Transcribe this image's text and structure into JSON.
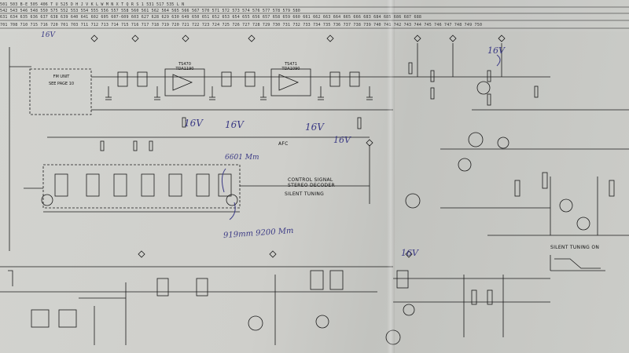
{
  "header": {
    "rows": [
      "501 503 B-E 505 406         T        U       525   D H J        V K L        W        M          N X      T Q R S        1        531          517 535      L         N",
      "542 543            546  548         550   575   552 553 554       555 556  557  558  560     561     562       564 565 566    567          570       571 572    573 574     576 577   578 579   580",
      "631 634 635 636 637 638 639 640 641    602 605 607-609 603    627 628 629 630   649 650 651 652 653   654 655 656   657 658 659 660   661 662 663 664   665 666   683 684   685 686 687 688",
      "701 708 710 715 716 720           701 703 711 712 713 714 715 716 717 718 719   720 721 722 723 724   725 726 727 728 729 730 731 732   733 734 735 736   737 738 739 740 741 742 743 744 745 746 747 748 749 750"
    ]
  },
  "blocks": {
    "fm_unit": [
      "FM UNIT",
      "SEE PAGE 10"
    ],
    "if_amp_left": [
      "TS470",
      "TDA1190"
    ],
    "if_amp_right": [
      "TS471",
      "TDA1090"
    ],
    "control_signal": [
      "CONTROL SIGNAL",
      "STEREO DECODER"
    ],
    "silent_tuning": "SILENT TUNING",
    "silent_tuning_on": "SILENT TUNING ON",
    "afc": "AFC"
  },
  "handwritten": {
    "v16_left": "16V",
    "v16_a": "16V",
    "v16_b": "16V",
    "v16_c": "16V",
    "v16_d": "16V",
    "v16_right": "16V",
    "v16_bottom": "16V",
    "freq_top": "6601 Mm",
    "freq_bottom": "919mm 9200 Mm"
  },
  "colors": {
    "paper": "#cfd0cc",
    "ink": "#1a1a1a",
    "pen": "#3b3a85"
  }
}
